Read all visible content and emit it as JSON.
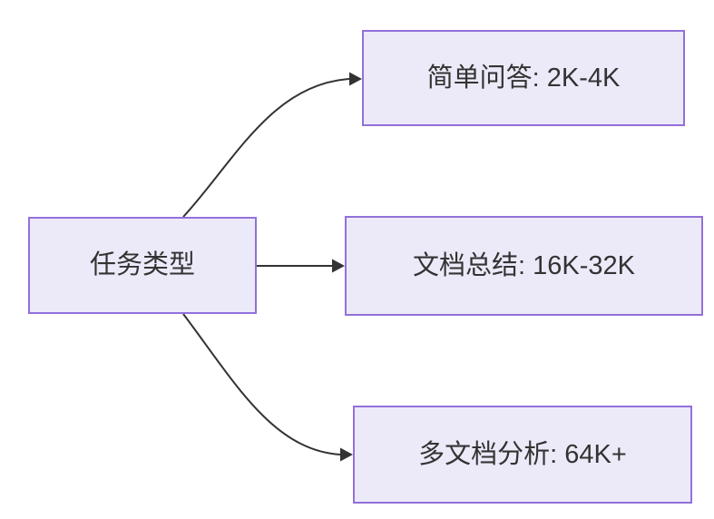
{
  "diagram": {
    "type": "flowchart",
    "root": {
      "label": "任务类型"
    },
    "nodes": [
      {
        "label": "简单问答: 2K-4K"
      },
      {
        "label": "文档总结: 16K-32K"
      },
      {
        "label": "多文档分析: 64K+"
      }
    ],
    "edges": [
      {
        "from": "任务类型",
        "to": "简单问答: 2K-4K"
      },
      {
        "from": "任务类型",
        "to": "文档总结: 16K-32K"
      },
      {
        "from": "任务类型",
        "to": "多文档分析: 64K+"
      }
    ]
  },
  "colors": {
    "background": "#FFFFFF",
    "node_fill": "#ECEAF8",
    "node_border": "#9370DB",
    "edge": "#333333",
    "text": "#333333"
  }
}
